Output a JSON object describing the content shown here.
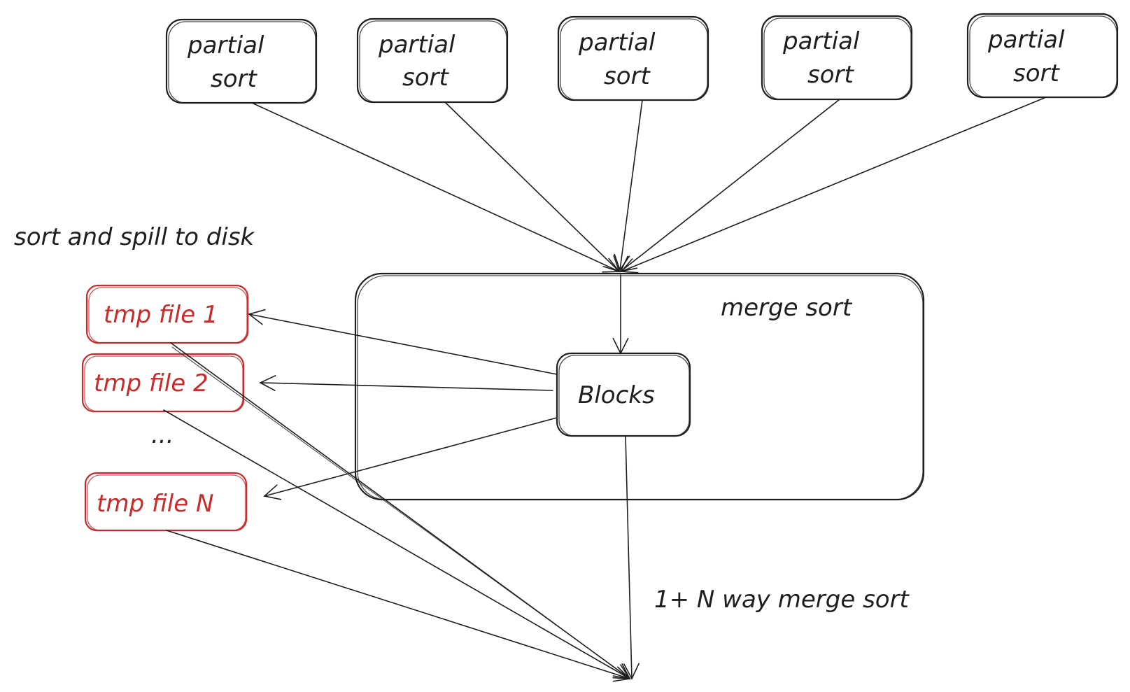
{
  "colors": {
    "ink": "#1e1e1e",
    "accent": "#c92a2a",
    "background": "#ffffff"
  },
  "partial_sort_boxes": [
    {
      "line1": "partial",
      "line2": "sort"
    },
    {
      "line1": "partial",
      "line2": "sort"
    },
    {
      "line1": "partial",
      "line2": "sort"
    },
    {
      "line1": "partial",
      "line2": "sort"
    },
    {
      "line1": "partial",
      "line2": "sort"
    }
  ],
  "spill_label": "sort and spill to disk",
  "merge_sort_label": "merge sort",
  "blocks_label": "Blocks",
  "tmp_files": [
    "tmp file 1",
    "tmp file 2",
    "tmp file N"
  ],
  "ellipsis": "...",
  "nway_label": "1+ N way merge sort"
}
